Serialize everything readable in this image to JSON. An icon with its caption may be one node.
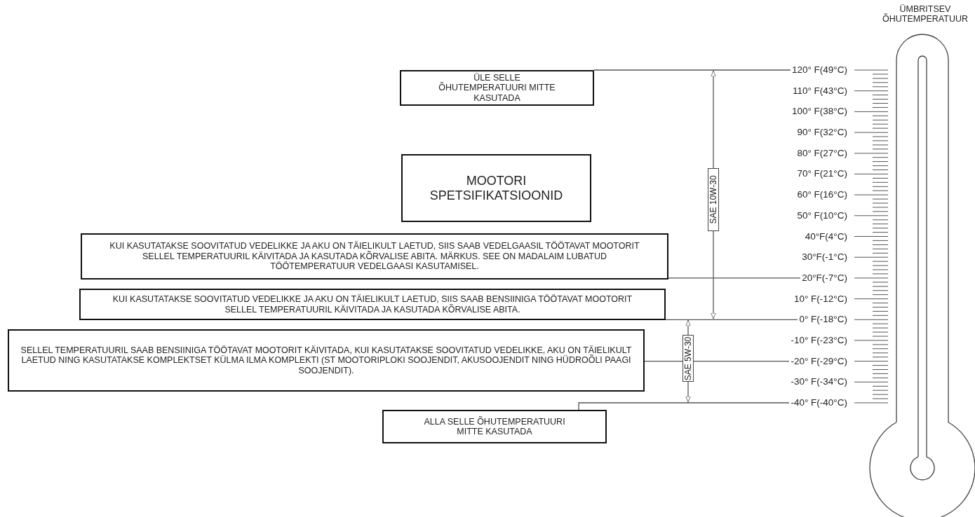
{
  "diagram": {
    "nodes": [
      {
        "text": [
          "ÜLE SELLE ÕHUTEMPERATUURI MITTE KASUTADA"
        ]
      },
      {
        "text": [
          "MOOTORI SPETSIFIKATSIOONID"
        ]
      },
      {
        "text": [
          "KUI KASUTATAKSE SOOVITATUD VEDELIKKE JA AKU ON TÄIELIKULT LAETUD, SIIS SAAB VEDELGAASIL TÖÖTAVAT MOOTORIT SELLEL TEMPERATUURIL KÄIVITADA JA KASUTADA KÕRVALISE ABITA. MÄRKUS. SEE ON MADALAIM LUBATUD TÖÖTEMPERATUUR VEDELGAASI KASUTAMISEL."
        ]
      },
      {
        "text": [
          "KUI KASUTATAKSE SOOVITATUD VEDELIKKE JA AKU ON TÄIELIKULT LAETUD, SIIS SAAB BENSIINIGA TÖÖTAVAT MOOTORIT SELLEL TEMPERATUURIL KÄIVITADA JA KASUTADA KÕRVALISE ABITA."
        ]
      },
      {
        "text": [
          "SELLEL TEMPERATUURIL SAAB BENSIINIGA TÖÖTAVAT MOOTORIT KÄIVITADA, KUI KASUTATAKSE SOOVITATUD VEDELIKKE, AKU ON TÄIELIKULT LAETUD NING KASUTATAKSE KOMPLEKTSET KÜLMA ILMA KOMPLEKTI (ST MOOTORIPLOKI SOOJENDIT, AKUSOOJENDIT NING HÜDROÕLI PAAGI SOOJENDIT)."
        ]
      },
      {
        "text": [
          "ALLA SELLE ÕHUTEMPERATUURI MITTE KASUTADA"
        ]
      },
      {
        "text": [
          "120° F(49°C)"
        ]
      },
      {
        "text": [
          "20°F(-7°C)"
        ]
      },
      {
        "text": [
          "0° F(-18°C)"
        ]
      },
      {
        "text": [
          "-20° F(-29°C)"
        ]
      },
      {
        "text": [
          "-40° F(-40°C)"
        ]
      }
    ],
    "edges": [
      {
        "from": 0,
        "to": 6,
        "arrow": "none"
      },
      {
        "from": 2,
        "to": 7,
        "arrow": "none"
      },
      {
        "from": 3,
        "to": 8,
        "arrow": "none"
      },
      {
        "from": 4,
        "to": 9,
        "arrow": "none"
      },
      {
        "from": 5,
        "to": 10,
        "arrow": "none"
      }
    ],
    "labels": [
      "ÜMBRITSEV ÕHUTEMPERATUUR",
      "SAE 10W-30",
      "SAE 5W-30",
      "110° F(43°C)",
      "100° F(38°C)",
      "90° F(32°C)",
      "80° F(27°C)",
      "70° F(21°C)",
      "60° F(16°C)",
      "50° F(10°C)",
      "40°F(4°C)",
      "30°F(-1°C)",
      "10° F(-12°C)",
      "-10° F(-23°C)",
      "-30° F(-34°C)"
    ]
  }
}
